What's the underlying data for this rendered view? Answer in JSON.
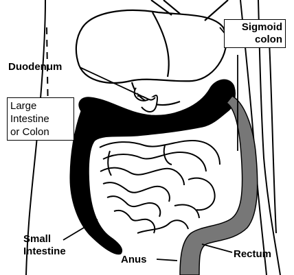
{
  "labels": {
    "duodenum": "Duodenum",
    "sigmoid_colon": "Sigmoid\ncolon",
    "large_intestine": "Large\nIntestine\nor Colon",
    "small_intestine": "Small\nIntestine",
    "anus": "Anus",
    "rectum": "Rectum"
  },
  "colors": {
    "colon_fill": "#000000",
    "sigmoid_fill": "#777777",
    "outline": "#000000",
    "background": "#ffffff"
  }
}
